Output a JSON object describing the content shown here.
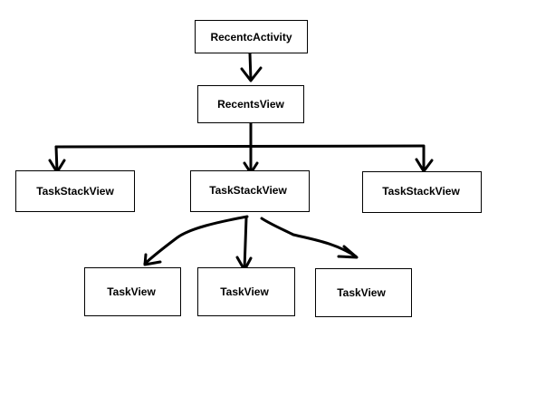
{
  "diagram": {
    "nodes": {
      "recents_activity": "RecentcActivity",
      "recents_view": "RecentsView",
      "task_stack_left": "TaskStackView",
      "task_stack_center": "TaskStackView",
      "task_stack_right": "TaskStackView",
      "task_view_left": "TaskView",
      "task_view_center": "TaskView",
      "task_view_right": "TaskView"
    },
    "edges": [
      {
        "from": "RecentcActivity",
        "to": "RecentsView"
      },
      {
        "from": "RecentsView",
        "to": "TaskStackView (left)"
      },
      {
        "from": "RecentsView",
        "to": "TaskStackView (center)"
      },
      {
        "from": "RecentsView",
        "to": "TaskStackView (right)"
      },
      {
        "from": "TaskStackView (center)",
        "to": "TaskView (left)"
      },
      {
        "from": "TaskStackView (center)",
        "to": "TaskView (center)"
      },
      {
        "from": "TaskStackView (center)",
        "to": "TaskView (right)"
      }
    ],
    "colors": {
      "line": "#000000",
      "box_fill": "#ffffff",
      "box_stroke": "#000000",
      "background": "#ffffff"
    }
  }
}
